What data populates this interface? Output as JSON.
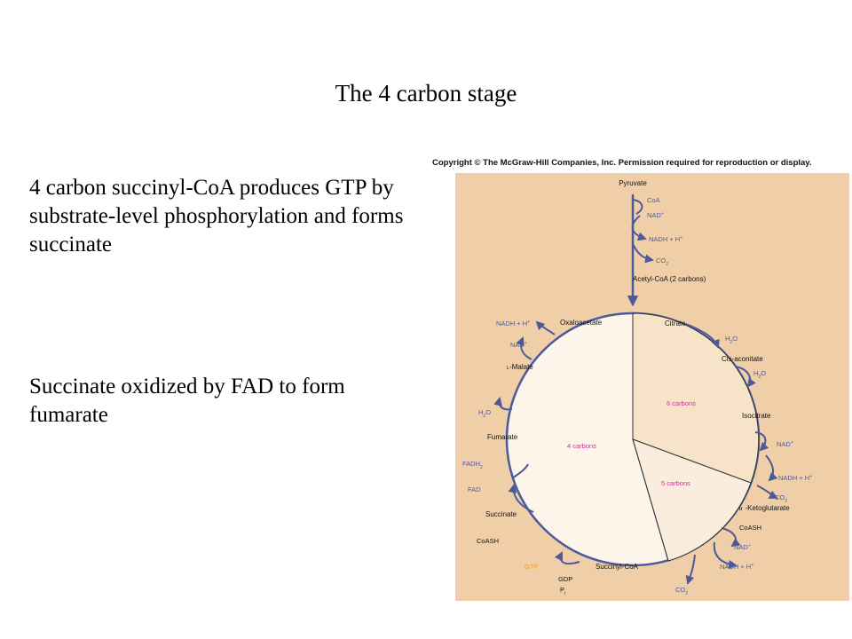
{
  "slide": {
    "title": "The 4 carbon stage",
    "paragraph_1": "4 carbon succinyl-CoA produces GTP by substrate-level phosphorylation and forms succinate",
    "paragraph_2": "Succinate oxidized by FAD to form fumarate"
  },
  "figure": {
    "copyright": "Copyright © The McGraw-Hill Companies, Inc. Permission required for reproduction or display.",
    "colors": {
      "background": "#f0cfa8",
      "arrow": "#4a5a9a",
      "carbon_label": "#cc3399",
      "gtp": "#e6a020",
      "co2": "#4a5a9a"
    },
    "entry": {
      "pyruvate": "Pyruvate",
      "coa": "CoA",
      "nad": "NAD",
      "nadh": "NADH + H",
      "co2": "CO",
      "acetyl_coa": "Acetyl-CoA (2 carbons)"
    },
    "intermediates": {
      "citrate": "Citrate",
      "cis_aconitate": "Cis-aconitate",
      "isocitrate": "Isocitrate",
      "ketoglutarate": "-Ketoglutarate",
      "alpha": "α",
      "succinyl_coa": "Succinyl-CoA",
      "succinate": "Succinate",
      "fumarate": "Fumarate",
      "malate": "-Malate",
      "l_prefix": "L",
      "oxaloacetate": "Oxaloacetate"
    },
    "cofactors": {
      "h2o_1": "H",
      "h2o_2": "H",
      "nad_1": "NAD",
      "nadh_1": "NADH + H",
      "co2_1": "CO",
      "coash_1": "CoASH",
      "nad_2": "NAD",
      "nadh_2": "NADH + H",
      "co2_2": "CO",
      "coash_2": "CoASH",
      "gtp": "GTP",
      "gdp": "GDP",
      "pi": "P",
      "fadh2": "FADH",
      "fad": "FAD",
      "h2o_3": "H",
      "nad_3": "NAD",
      "nadh_3": "NADH + H"
    },
    "sub_sup": {
      "plus": "+",
      "two": "2",
      "o": "O",
      "i": "i"
    },
    "regions": {
      "six": "6 carbons",
      "five": "5 carbons",
      "four": "4 carbons"
    }
  }
}
